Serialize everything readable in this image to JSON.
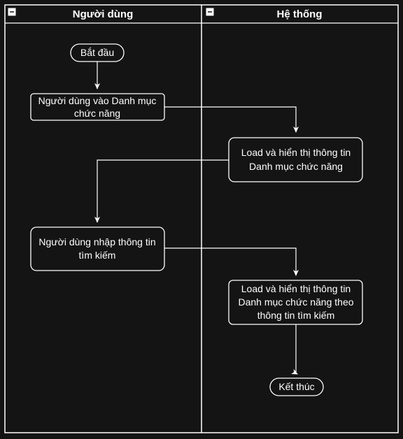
{
  "diagram": {
    "lanes": [
      {
        "id": "user",
        "title": "Người dùng"
      },
      {
        "id": "system",
        "title": "Hệ thống"
      }
    ],
    "nodes": {
      "start": {
        "lines": [
          "Bắt đầu"
        ]
      },
      "enter_menu": {
        "lines": [
          "Người dùng vào Danh mục",
          "chức năng"
        ]
      },
      "load_menu": {
        "lines": [
          "Load và hiển thị thông tin",
          "Danh mục chức năng"
        ]
      },
      "input_search": {
        "lines": [
          "Người dùng nhập thông tin",
          "tìm kiếm"
        ]
      },
      "load_search": {
        "lines": [
          "Load và hiển thị thông tin",
          "Danh mục chức năng theo",
          "thông tin tìm kiếm"
        ]
      },
      "end": {
        "lines": [
          "Kết thúc"
        ]
      }
    },
    "edges": [
      {
        "from": "start",
        "to": "enter_menu"
      },
      {
        "from": "enter_menu",
        "to": "load_menu"
      },
      {
        "from": "load_menu",
        "to": "input_search"
      },
      {
        "from": "input_search",
        "to": "load_search"
      },
      {
        "from": "load_search",
        "to": "end"
      }
    ],
    "colors": {
      "background": "#141414",
      "line": "#ffffff",
      "text": "#ffffff"
    },
    "icons": {
      "lane_collapse": "minus-square-icon"
    }
  }
}
